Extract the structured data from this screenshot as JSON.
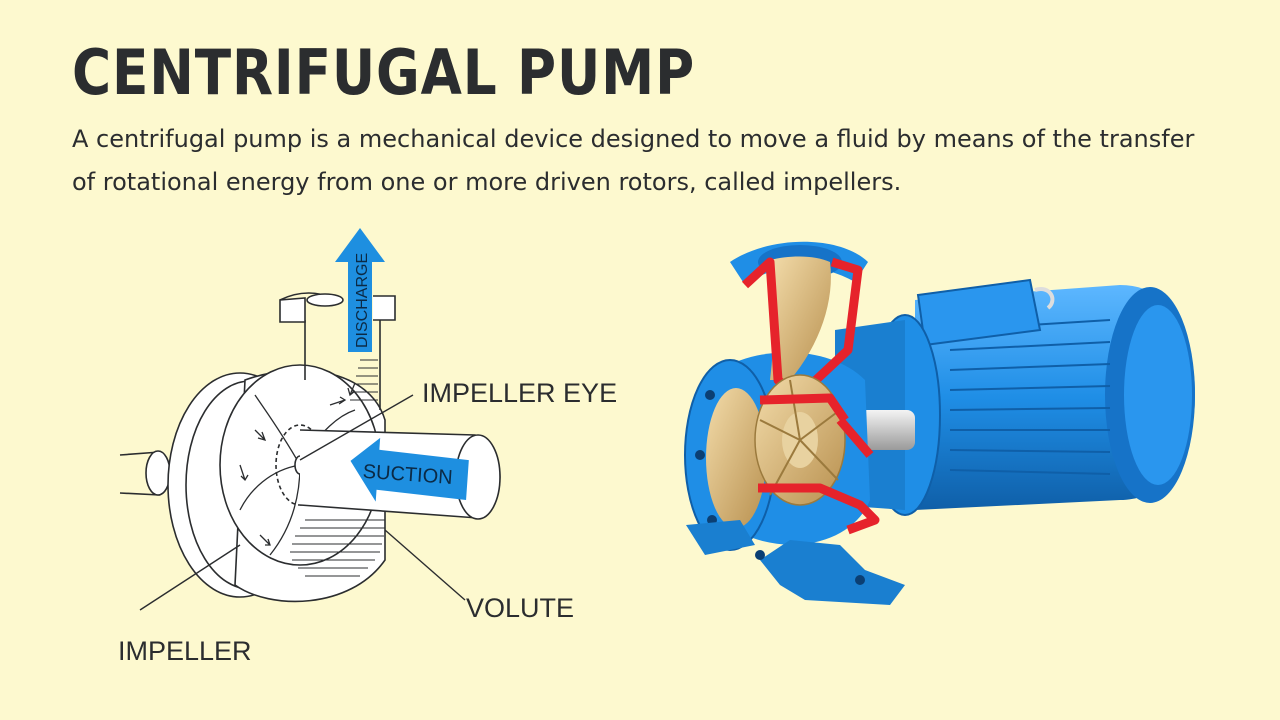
{
  "header": {
    "title": "CENTRIFUGAL PUMP",
    "description": "A centrifugal pump is a mechanical device designed to move a fluid by means of the transfer of rotational energy from one or more driven rotors, called impellers."
  },
  "diagram_labels": {
    "discharge": "DISCHARGE",
    "suction": "SUCTION",
    "impeller_eye": "IMPELLER EYE",
    "volute": "VOLUTE",
    "impeller": "IMPELLER"
  },
  "colors": {
    "background": "#fdf9cf",
    "arrow_blue": "#1e8fe0",
    "pump_blue": "#1f8ee6",
    "brass": "#d8b679",
    "cut_red": "#e6232b"
  }
}
